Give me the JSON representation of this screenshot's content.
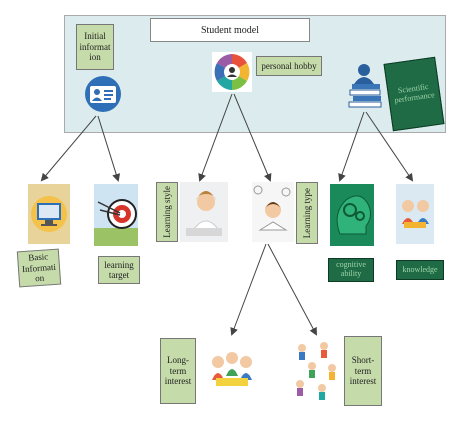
{
  "diagram": {
    "title": "Student model",
    "top_nodes": {
      "initial_information": "Initial informat ion",
      "personal_hobby": "personal hobby",
      "scientific_performance": "Scientific performance"
    },
    "leaf_nodes": {
      "basic_information": "Basic Informati on",
      "learning_target": "learning target",
      "learning_style": "Learning style",
      "learning_type": "Learning type",
      "cognitive_ability": "cognitive ability",
      "knowledge": "knowledge",
      "long_term_interest": "Long-term interest",
      "short_term_interest": "Short-term interest"
    },
    "colors": {
      "panel": "#dcecee",
      "label": "#c5dbaa",
      "dark_label": "#1e6b45",
      "arrow": "#444444"
    },
    "icons": [
      "user-card-icon",
      "hobby-wheel-icon",
      "reading-books-icon",
      "computer-icon",
      "target-icon",
      "girl-studying-icon",
      "student-reading-icon",
      "brain-gears-icon",
      "children-reading-icon",
      "kids-group-icon",
      "kids-activities-icon"
    ]
  }
}
